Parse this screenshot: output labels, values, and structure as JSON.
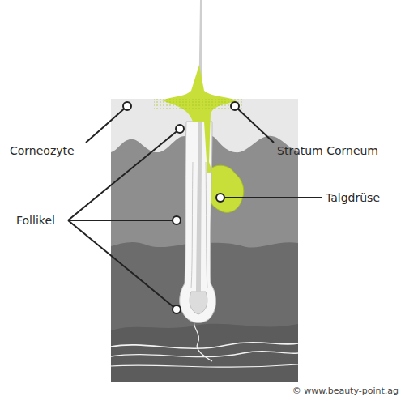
{
  "diagram": {
    "labels": [
      "Corneozyte",
      "Stratum Corneum",
      "Talgdrüse",
      "Follikel",
      "© www.beauty-point.ag"
    ]
  }
}
